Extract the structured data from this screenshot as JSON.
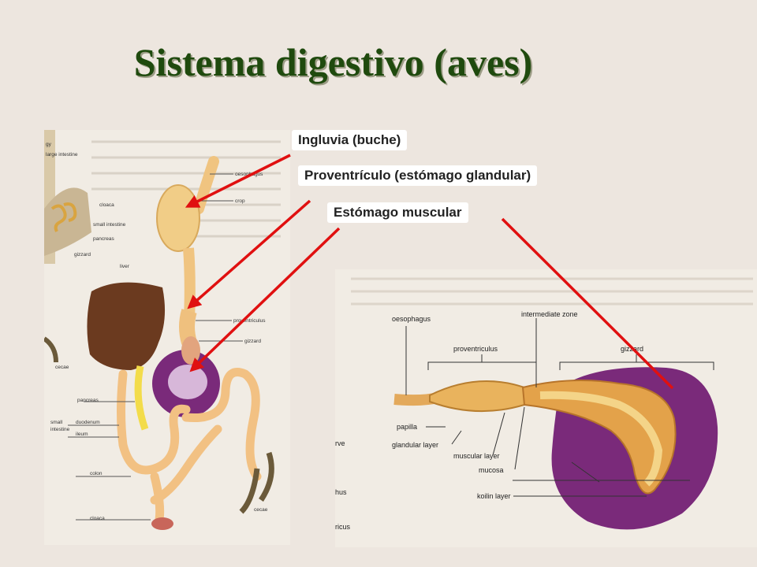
{
  "title": "Sistema digestivo (aves)",
  "callouts": {
    "crop": "Ingluvia (buche)",
    "proventriculus": "Proventrículo  (estómago glandular)",
    "gizzard": "Estómago muscular"
  },
  "left_figure": {
    "labels": {
      "gy": "gy",
      "large_intestine": "large intestine",
      "cloaca": "cloaca",
      "small_intestine": "small intestine",
      "pancreas_top": "pancreas",
      "gizzard_top": "gizzard",
      "oesophagus": "oesophagus",
      "crop": "crop",
      "liver": "liver",
      "proventriculus": "proventriculus",
      "gizzard": "gizzard",
      "cecae_left": "cecae",
      "pancreas": "pancreas",
      "small": "small",
      "intestine": "intestine",
      "duodenum": "duodenum",
      "ileum": "ileum",
      "colon": "colon",
      "cecae_right": "cecae",
      "cloaca_bottom": "cloaca"
    }
  },
  "right_figure": {
    "labels": {
      "oesophagus": "oesophagus",
      "intermediate_zone": "intermediate zone",
      "proventriculus": "proventriculus",
      "gizzard": "gizzard",
      "papilla": "papilla",
      "glandular_layer": "glandular layer",
      "muscular_layer": "muscular layer",
      "mucosa": "mucosa",
      "koilin_layer": "koilin layer",
      "rve": "rve",
      "hus": "hus",
      "ricus": "ricus"
    }
  },
  "colors": {
    "title": "#1f4a0e",
    "arrow": "#e01010",
    "gizzard_purple": "#7a2a7a",
    "liver_brown": "#6b3a1f"
  }
}
